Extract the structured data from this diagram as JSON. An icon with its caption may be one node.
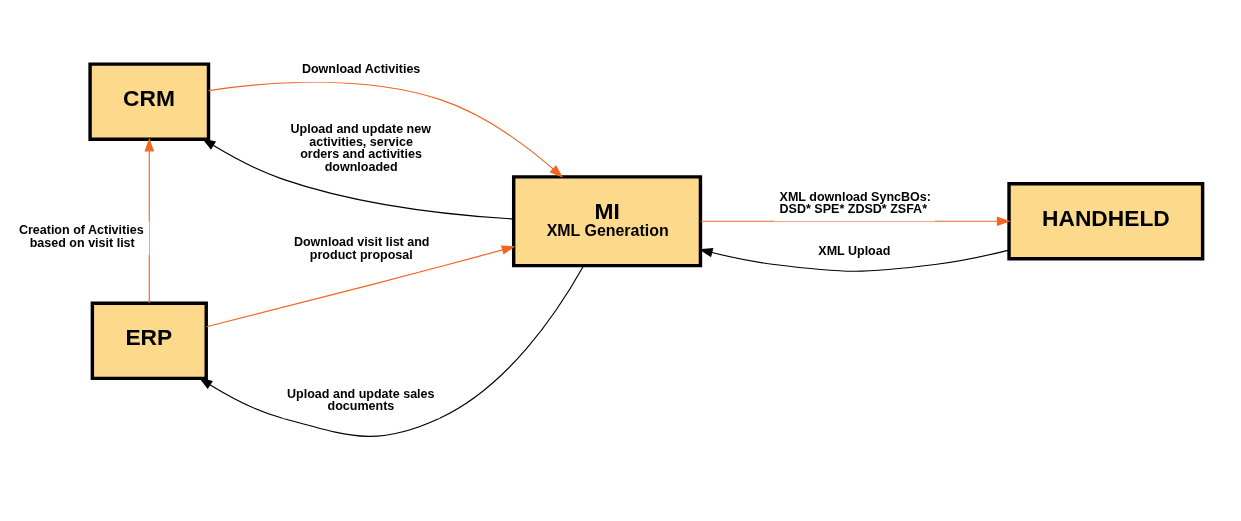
{
  "diagram": {
    "nodes": [
      {
        "text": [
          "CRM"
        ]
      },
      {
        "text": [
          "MI",
          "XML Generation"
        ]
      },
      {
        "text": [
          "HANDHELD"
        ]
      },
      {
        "text": [
          "ERP"
        ]
      }
    ],
    "edges": [
      {
        "from": 0,
        "to": 1,
        "arrow": "to",
        "label": "Download Activities",
        "color": "#f26522"
      },
      {
        "from": 1,
        "to": 0,
        "arrow": "to",
        "label": "Upload and update new activities, service orders and activities downloaded",
        "color": "#000000"
      },
      {
        "from": 3,
        "to": 0,
        "arrow": "to",
        "label": "Creation of Activities based on visit list",
        "color": "#f26522"
      },
      {
        "from": 1,
        "to": 3,
        "arrow": "to",
        "label": "Upload and update sales documents",
        "color": "#000000"
      },
      {
        "from": 3,
        "to": 1,
        "arrow": "to",
        "label": "Download visit list and product proposal",
        "color": "#f26522"
      },
      {
        "from": 1,
        "to": 2,
        "arrow": "to",
        "label": "XML download SyncBOs: DSD* SPE* ZDSD* ZSFA*",
        "color": "#f26522"
      },
      {
        "from": 2,
        "to": 1,
        "arrow": "to",
        "label": "XML Upload",
        "color": "#000000"
      }
    ]
  }
}
